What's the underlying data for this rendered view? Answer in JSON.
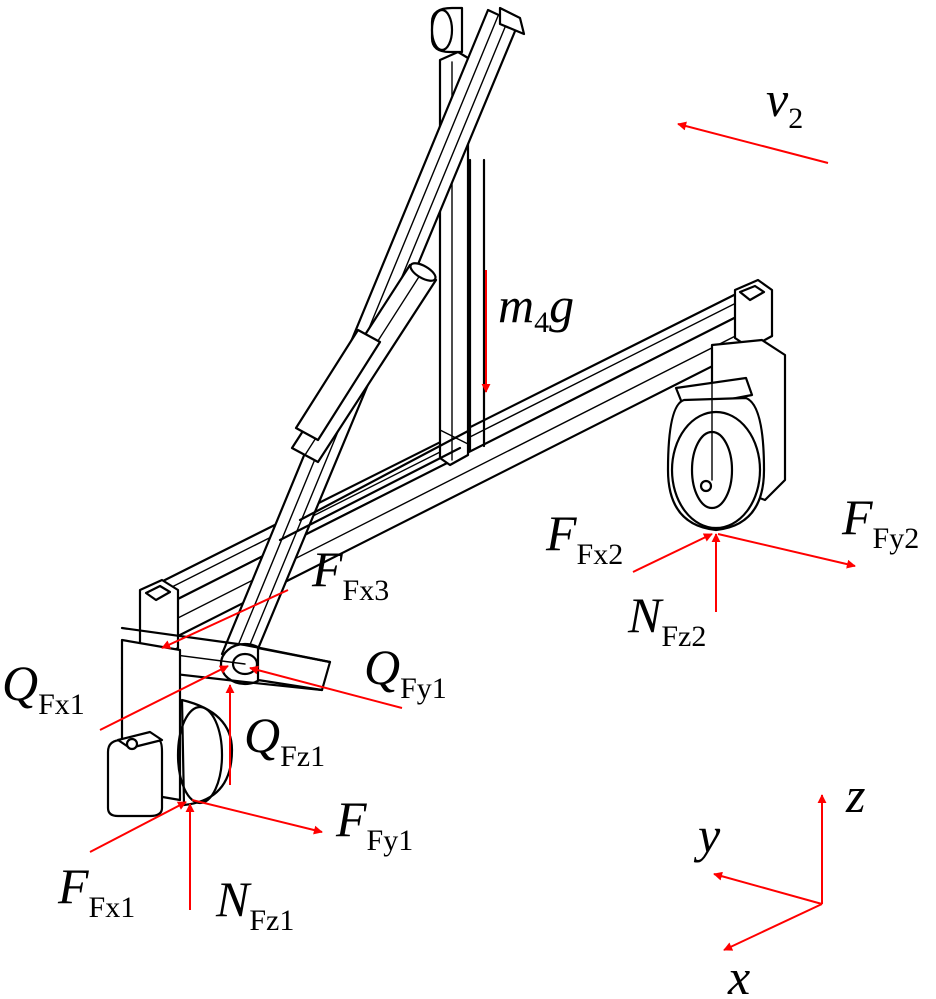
{
  "colors": {
    "force": "#ff0000",
    "line": "#000000",
    "background": "#ffffff"
  },
  "labels": {
    "v2": {
      "main": "v",
      "sub": "2"
    },
    "m4g": {
      "main": "m",
      "sub": "4",
      "tail": "g"
    },
    "FFx3": {
      "main": "F",
      "sub": "Fx3"
    },
    "QFy1": {
      "main": "Q",
      "sub": "Fy1"
    },
    "QFx1": {
      "main": "Q",
      "sub": "Fx1"
    },
    "QFz1": {
      "main": "Q",
      "sub": "Fz1"
    },
    "FFx2": {
      "main": "F",
      "sub": "Fx2"
    },
    "FFy2": {
      "main": "F",
      "sub": "Fy2"
    },
    "NFz2": {
      "main": "N",
      "sub": "Fz2"
    },
    "FFy1": {
      "main": "F",
      "sub": "Fy1"
    },
    "FFx1": {
      "main": "F",
      "sub": "Fx1"
    },
    "NFz1": {
      "main": "N",
      "sub": "Fz1"
    }
  },
  "axes": {
    "x": "x",
    "y": "y",
    "z": "z"
  }
}
